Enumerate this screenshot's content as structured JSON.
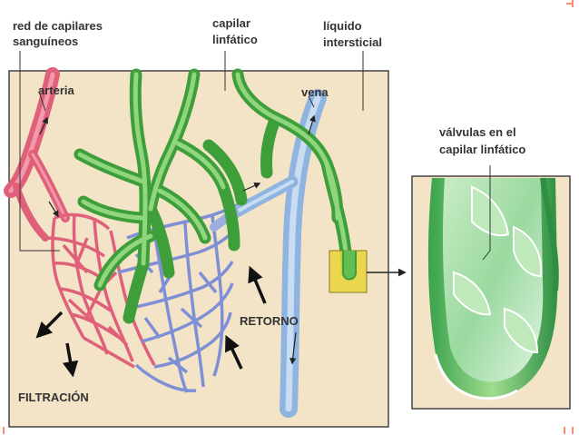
{
  "labels": {
    "capillary_network": [
      "red de capilares",
      "sanguíneos"
    ],
    "lymph_capillary": [
      "capilar",
      "linfático"
    ],
    "interstitial_fluid": [
      "líquido",
      "intersticial"
    ],
    "artery": "arteria",
    "vein": "vena",
    "valves": [
      "válvulas en el",
      "capilar linfático"
    ],
    "return": "RETORNO",
    "filtration": "FILTRACIÓN"
  },
  "colors": {
    "tissue": "#f3e4c8",
    "artery": "#e0607a",
    "vein_network": "#7f8fd6",
    "vein": "#a7c6e8",
    "lymphatic": "#4fb94a",
    "highlight": "#e8d33a",
    "frame": "#444444",
    "corner_marks": "#ff8b6b"
  }
}
